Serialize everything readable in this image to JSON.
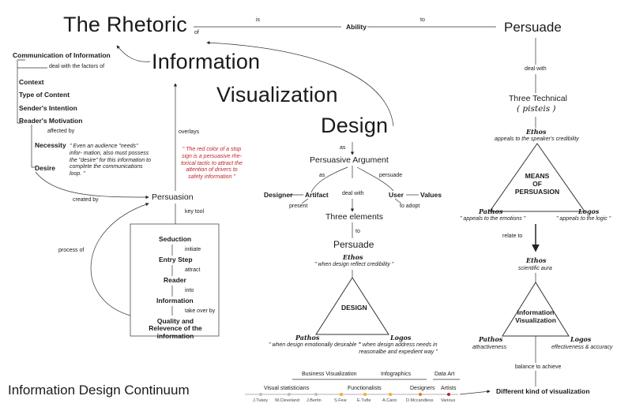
{
  "title": {
    "rhetoric": "The Rhetoric",
    "of": "of",
    "information": "Information",
    "visualization": "Visualization",
    "design": "Design"
  },
  "top_chain": {
    "is": "is",
    "ability": "Ability",
    "to": "to",
    "persuade": "Persuade"
  },
  "left_column": {
    "communication": "Communication of Information",
    "deal_with_factors": "deal with the factors of",
    "factors": [
      "Context",
      "Type of Content",
      "Sender's Intention",
      "Reader's Motivation"
    ],
    "affected_by": "affected by",
    "necessity": "Necessity",
    "desire": "Desire",
    "desire_quote": "\" Even an audience \"needs\" infor- mation, also must possess the \"desire\" for this information  to complete the communications loop. \"",
    "created_by": "created by",
    "persuasion": "Persuasion",
    "key_tool": "key tool",
    "overlays": "overlays",
    "stop_sign_quote": "\" The red color of a stop sign is a persuasive rhe- torical tactic to attract the attention of drivers to safety information \"",
    "process_of": "process of",
    "steps": [
      "Seduction",
      "Entry Step",
      "Reader",
      "Information",
      "Quality and Relevence of the information"
    ],
    "step_links": [
      "initiate",
      "attract",
      "into",
      "take over by"
    ]
  },
  "middle_column": {
    "as": "as",
    "persuasive_argument": "Persuasive Argument",
    "as2": "as",
    "persuade": "persuade",
    "designer": "Designer",
    "artifact": "Artifact",
    "user": "User",
    "values": "Values",
    "deal_with": "deal with",
    "present": "present",
    "to_adopt": "to adopt",
    "three_elements": "Three elements",
    "to": "to",
    "persuade2": "Persuade",
    "ethos": "Ethos",
    "ethos_quote": "\" when design reflect credibility \"",
    "triangle_label": "DESIGN",
    "pathos": "Pathos",
    "pathos_quote": "\" when design emotionally desirable \"",
    "logos": "Logos",
    "logos_quote": "\" when design address needs in reasonalbe and expedient way \""
  },
  "right_column": {
    "deal_with": "deal with",
    "three_technical": "Three Technical",
    "pisteis": "( pisteis )",
    "ethos": "Ethos",
    "ethos_quote": "appeals to the speaker's credibility",
    "means": [
      "MEANS",
      "OF",
      "PERSUASION"
    ],
    "pathos": "Pathos",
    "pathos_quote": "\" appeals to the emotions \"",
    "logos": "Logos",
    "logos_quote": "\" appeals to the logic \"",
    "relate_to": "relate to",
    "ethos2": "Ethos",
    "scientific_aura": "scientific aura",
    "triangle_label": [
      "Information",
      "Visualization"
    ],
    "pathos2": "Pathos",
    "attractiveness": "attractiveness",
    "logos2": "Logos",
    "effectiveness": "effectiveness & accuracy",
    "balance": "balance to achieve",
    "different_kind": "Different kind of visualization"
  },
  "continuum": {
    "title": "Information Design Continuum",
    "bands": [
      "Business Visualization",
      "Infographics",
      "Data Art"
    ],
    "groups": [
      "Visual statisticians",
      "Functionalists",
      "Designers",
      "Artists"
    ],
    "people": [
      "J.Tukey",
      "W.Cleveland",
      "J.Bertin",
      "S.Few",
      "E.Tufte",
      "A.Cairo",
      "D.Mccandless",
      "Various"
    ],
    "colors": {
      "statistician": "#bdbdbd",
      "functionalist": "#f2b01e",
      "designer": "#d97b2a",
      "artist": "#c0262b"
    }
  }
}
